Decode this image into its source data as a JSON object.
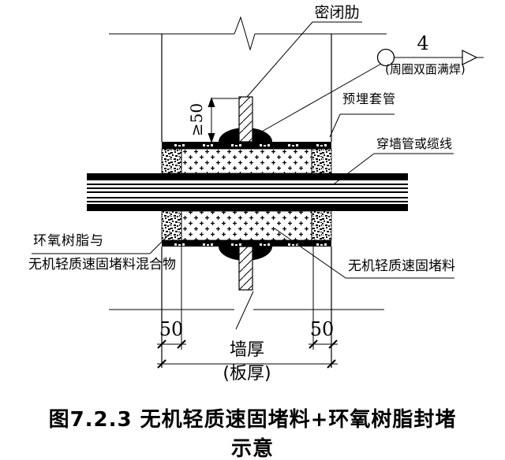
{
  "figure": {
    "title": "图7.2.3 无机轻质速固堵料+环氧树脂封堵示意"
  },
  "labels": {
    "sealed_rib": "密闭肋",
    "weld_size": "4",
    "weld_note": "(周圈双面满焊)",
    "embedded_sleeve": "预埋套管",
    "through_wall_pipe": "穿墙管或缆线",
    "epoxy_mix_line1": "环氧树脂与",
    "epoxy_mix_line2": "无机轻质速固堵料混合物",
    "inorganic_sealant": "无机轻质速固堵料"
  },
  "dimensions": {
    "rib_protrusion": "≥50",
    "seal_depth_left": "50",
    "seal_depth_right": "50",
    "wall_thickness_label": "墙厚",
    "slab_thickness_label": "(板厚)"
  },
  "colors": {
    "ink": "#000000",
    "paper": "#ffffff"
  }
}
